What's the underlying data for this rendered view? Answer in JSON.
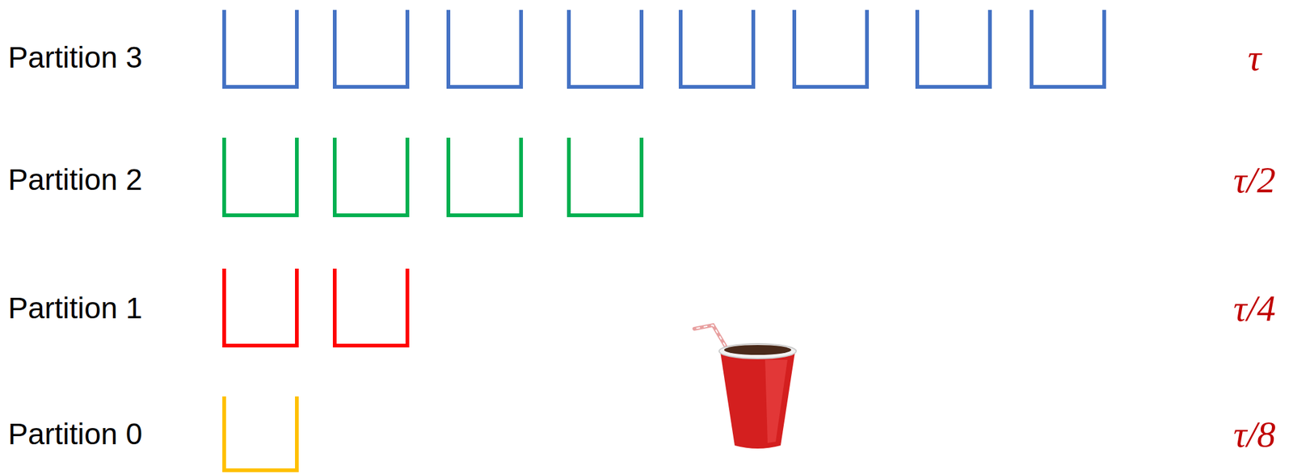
{
  "diagram": {
    "labels": [
      "Partition 3",
      "τ",
      "Partition 2",
      "τ/2",
      "Partition 1",
      "τ/4",
      "Partition 0",
      "τ/8"
    ]
  }
}
